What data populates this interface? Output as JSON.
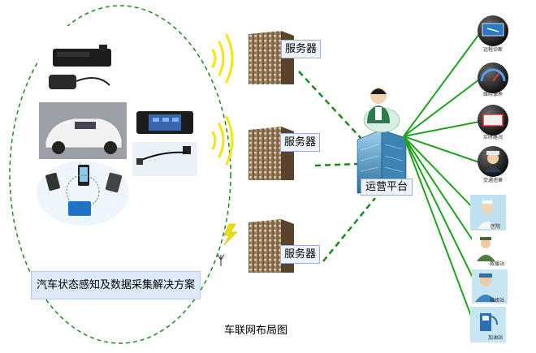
{
  "diagram": {
    "caption": "车联网布局图",
    "solution_label": "汽车状态感知及数据采集解决方案",
    "servers": [
      {
        "label": "服务器"
      },
      {
        "label": "服务器"
      },
      {
        "label": "服务器"
      }
    ],
    "platform_label": "运营平台",
    "services": [
      {
        "label": "远程诊断",
        "icon": "computer-icon"
      },
      {
        "label": "维险保养",
        "icon": "gauge-icon"
      },
      {
        "label": "实时路况",
        "icon": "traffic-screen-icon"
      },
      {
        "label": "交通违章",
        "icon": "traffic-police-icon"
      },
      {
        "label": "医院",
        "icon": "nurse-icon"
      },
      {
        "label": "救援站",
        "icon": "rescue-worker-icon"
      },
      {
        "label": "维修站",
        "icon": "mechanic-icon"
      },
      {
        "label": "加油站",
        "icon": "fuel-pump-icon"
      }
    ],
    "colors": {
      "dashed_line": "#1a8a1a",
      "service_line": "#1fa21f",
      "wifi_waves": "#f2e60a",
      "lightning": "#f0dc00",
      "building": "#8a6d4a"
    }
  }
}
